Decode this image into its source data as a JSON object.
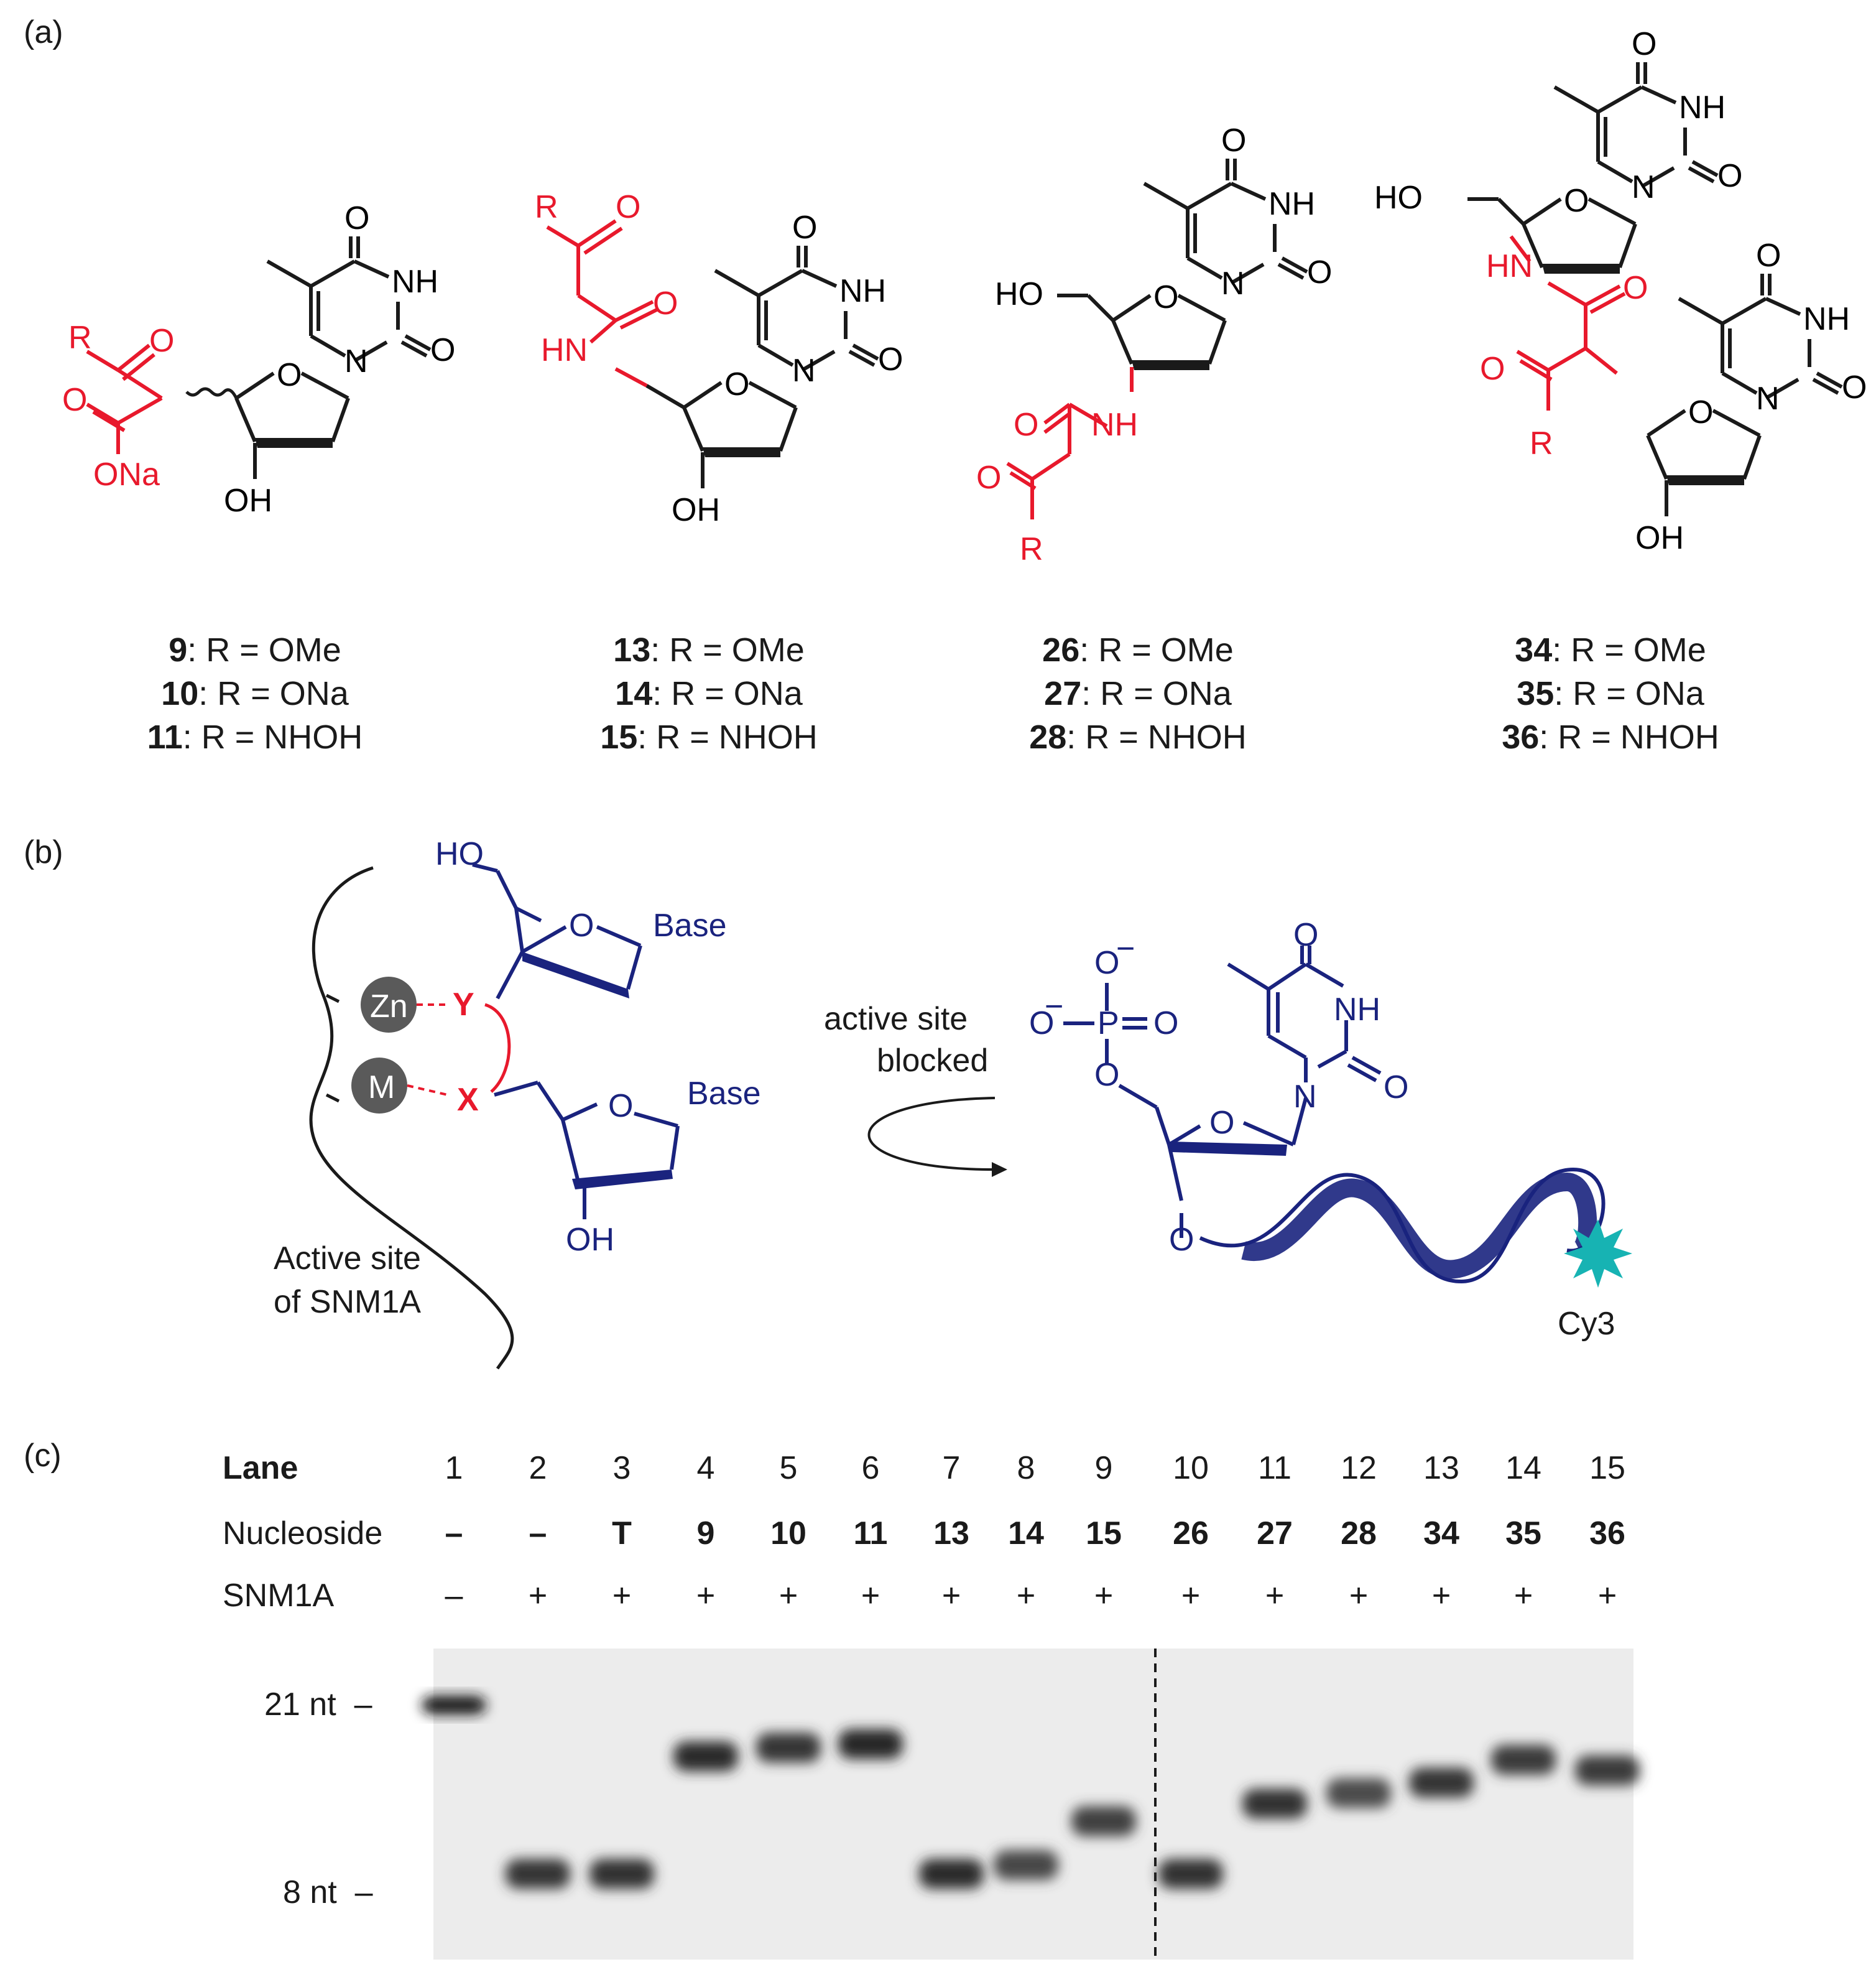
{
  "panels": {
    "a": "(a)",
    "b": "(b)",
    "c": "(c)"
  },
  "panel_a": {
    "groups": [
      {
        "compounds": [
          {
            "num": "9",
            "r": ": R = OMe"
          },
          {
            "num": "10",
            "r": ": R = ONa"
          },
          {
            "num": "11",
            "r": ": R = NHOH"
          }
        ]
      },
      {
        "compounds": [
          {
            "num": "13",
            "r": ": R = OMe"
          },
          {
            "num": "14",
            "r": ": R = ONa"
          },
          {
            "num": "15",
            "r": ": R = NHOH"
          }
        ]
      },
      {
        "compounds": [
          {
            "num": "26",
            "r": ": R = OMe"
          },
          {
            "num": "27",
            "r": ": R = ONa"
          },
          {
            "num": "28",
            "r": ": R = NHOH"
          }
        ]
      },
      {
        "compounds": [
          {
            "num": "34",
            "r": ": R = OMe"
          },
          {
            "num": "35",
            "r": ": R = ONa"
          },
          {
            "num": "36",
            "r": ": R = NHOH"
          }
        ]
      }
    ],
    "atoms": {
      "O": "O",
      "NH": "NH",
      "N": "N",
      "OH": "OH",
      "HO": "HO",
      "HN": "HN",
      "R": "R",
      "ONa": "ONa"
    }
  },
  "panel_b": {
    "zn": "Zn",
    "m": "M",
    "y": "Y",
    "x": "X",
    "base": "Base",
    "ho": "HO",
    "oh": "OH",
    "active_site_label_1": "Active site",
    "active_site_label_2": "of SNM1A",
    "arrow_label_1": "active site",
    "arrow_label_2": "blocked",
    "phosphate_p": "P",
    "o_minus": "O",
    "cy3": "Cy3",
    "colors": {
      "navy": "#1a237e",
      "red": "#e8192c",
      "teal": "#17b3b3",
      "gray": "#5a5a5a"
    }
  },
  "panel_c": {
    "row_labels": {
      "lane": "Lane",
      "nucleoside": "Nucleoside",
      "enzyme": "SNM1A"
    },
    "lanes": [
      "1",
      "2",
      "3",
      "4",
      "5",
      "6",
      "7",
      "8",
      "9",
      "10",
      "11",
      "12",
      "13",
      "14",
      "15"
    ],
    "nucleosides": [
      "–",
      "–",
      "T",
      "9",
      "10",
      "11",
      "13",
      "14",
      "15",
      "26",
      "27",
      "28",
      "34",
      "35",
      "36"
    ],
    "snm1a": [
      "–",
      "+",
      "+",
      "+",
      "+",
      "+",
      "+",
      "+",
      "+",
      "+",
      "+",
      "+",
      "+",
      "+",
      "+"
    ],
    "markers": [
      {
        "label": "21 nt",
        "dash": "–"
      },
      {
        "label": "8 nt",
        "dash": "–"
      }
    ],
    "band_migration_0to1_from_21nt_to_8nt": [
      0.0,
      0.93,
      0.93,
      0.26,
      0.21,
      0.19,
      0.93,
      0.88,
      0.63,
      0.93,
      0.53,
      0.47,
      0.41,
      0.28,
      0.34
    ],
    "band_intensity": [
      1.0,
      0.7,
      0.75,
      0.8,
      0.7,
      0.85,
      0.8,
      0.55,
      0.6,
      0.75,
      0.75,
      0.5,
      0.7,
      0.65,
      0.65
    ]
  }
}
